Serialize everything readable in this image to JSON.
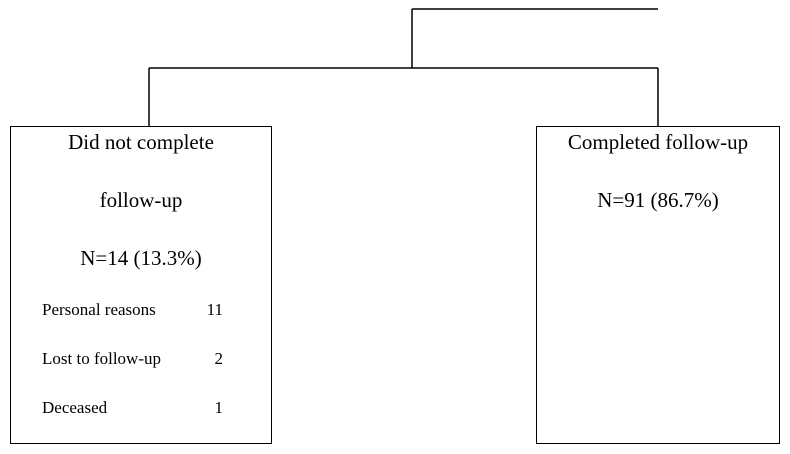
{
  "left_box": {
    "title_line1": "Did not complete",
    "title_line2": "follow-up",
    "count": "N=14 (13.3%)",
    "reasons": [
      {
        "label": "Personal reasons",
        "value": "11"
      },
      {
        "label": "Lost to follow-up",
        "value": "2"
      },
      {
        "label": "Deceased",
        "value": "1"
      }
    ]
  },
  "right_box": {
    "title": "Completed follow-up",
    "count": "N=91 (86.7%)"
  }
}
